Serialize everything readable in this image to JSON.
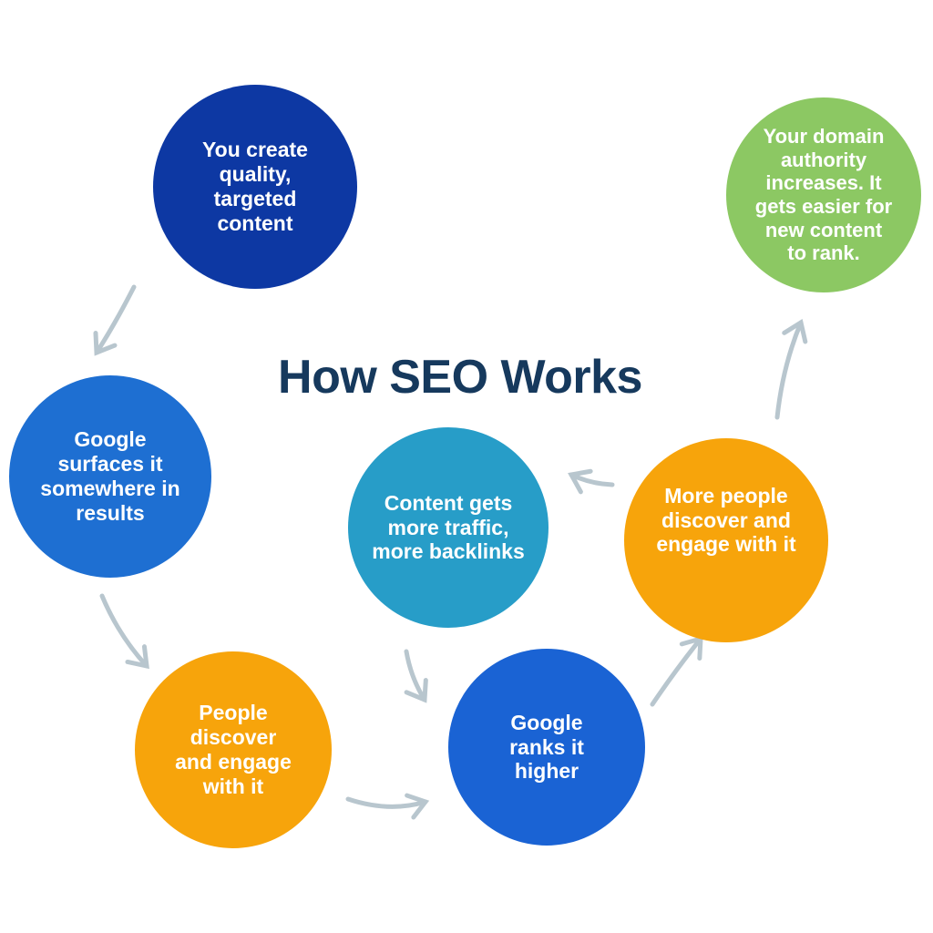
{
  "title": "How SEO Works",
  "colors": {
    "background": "#ffffff",
    "title": "#16395d",
    "arrow": "#b8c6ce",
    "step_text": "#ffffff",
    "dark_blue": "#0d38a3",
    "blue": "#1e6fd2",
    "orange": "#f7a40b",
    "teal": "#279dc8",
    "green": "#8cc863"
  },
  "steps": [
    {
      "id": "create-content",
      "label": "You create\nquality,\ntargeted\ncontent",
      "color": "#0d38a3"
    },
    {
      "id": "google-surfaces",
      "label": "Google\nsurfaces it\nsomewhere in\nresults",
      "color": "#1e6fd2"
    },
    {
      "id": "people-discover",
      "label": "People\ndiscover\nand engage\nwith it",
      "color": "#f7a40b"
    },
    {
      "id": "content-traffic",
      "label": "Content gets\nmore traffic,\nmore backlinks",
      "color": "#279dc8"
    },
    {
      "id": "google-ranks",
      "label": "Google\nranks it\nhigher",
      "color": "#1a63d4"
    },
    {
      "id": "more-people",
      "label": "More people\ndiscover and\nengage with it",
      "color": "#f7a40b"
    },
    {
      "id": "domain-authority",
      "label": "Your domain\nauthority\nincreases. It\ngets easier for\nnew content\nto rank.",
      "color": "#8cc863"
    }
  ],
  "flow": [
    {
      "from": "create-content",
      "to": "google-surfaces"
    },
    {
      "from": "google-surfaces",
      "to": "people-discover"
    },
    {
      "from": "people-discover",
      "to": "google-ranks"
    },
    {
      "from": "content-traffic",
      "to": "google-ranks"
    },
    {
      "from": "more-people",
      "to": "content-traffic"
    },
    {
      "from": "google-ranks",
      "to": "more-people"
    },
    {
      "from": "more-people",
      "to": "domain-authority"
    }
  ]
}
